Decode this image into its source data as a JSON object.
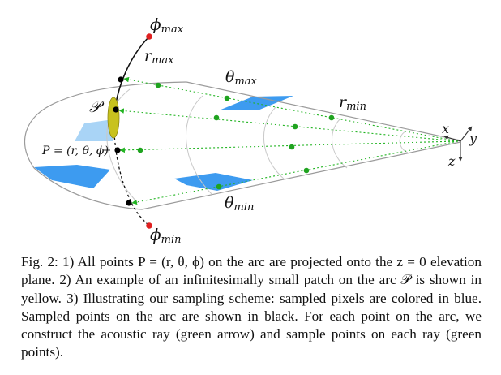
{
  "figure": {
    "labels": {
      "phi_max": "ϕ",
      "phi_max_sub": "max",
      "r_max": "r",
      "r_max_sub": "max",
      "theta_max": "θ",
      "theta_max_sub": "max",
      "r_min": "r",
      "r_min_sub": "min",
      "patch": "𝒫",
      "point": "P = (r, θ, ϕ)",
      "axis_x": "x",
      "axis_y": "y",
      "axis_z": "z",
      "theta_min": "θ",
      "theta_min_sub": "min",
      "phi_min": "ϕ",
      "phi_min_sub": "min"
    },
    "colors": {
      "sampled_pixels": "#3d9bf0",
      "patch": "#c8c21e",
      "ray": "#22b422",
      "arc_points": "#000000",
      "elevation_limits": "#e02020"
    }
  },
  "caption": {
    "text": "Fig. 2: 1) All points P = (r, θ, ϕ) on the arc are projected onto the z = 0 elevation plane. 2) An example of an infinitesimally small patch on the arc 𝒫 is shown in yellow. 3) Illustrating our sampling scheme: sampled pixels are colored in blue. Sampled points on the arc are shown in black. For each point on the arc, we construct the acoustic ray (green arrow) and sample points on each ray (green points)."
  }
}
